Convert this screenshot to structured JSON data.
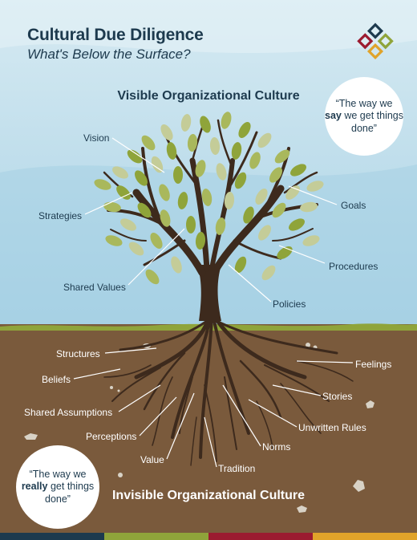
{
  "header": {
    "title": "Cultural Due Diligence",
    "subtitle": "What's Below the Surface?"
  },
  "sections": {
    "visible": "Visible Organizational Culture",
    "invisible": "Invisible Organizational Culture"
  },
  "quotes": {
    "top": {
      "pre": "“The way we",
      "emph": "say",
      "post": "we get things done”"
    },
    "bottom": {
      "pre": "“The way we",
      "emph": "really",
      "post": "get things done”"
    }
  },
  "visible_labels": {
    "vision": "Vision",
    "strategies": "Strategies",
    "shared_values": "Shared Values",
    "goals": "Goals",
    "procedures": "Procedures",
    "policies": "Policies"
  },
  "invisible_labels": {
    "structures": "Structures",
    "beliefs": "Beliefs",
    "shared_assumptions": "Shared Assumptions",
    "perceptions": "Perceptions",
    "value": "Value",
    "tradition": "Tradition",
    "norms": "Norms",
    "unwritten_rules": "Unwritten Rules",
    "stories": "Stories",
    "feelings": "Feelings"
  },
  "colors": {
    "sky_top": "#cfe6f0",
    "sky_bottom": "#b4d8e8",
    "soil": "#7a5a3c",
    "trunk": "#3d2a1d",
    "leaf_olive": "#8fa43a",
    "leaf_light": "#b8c48a",
    "grass": "#8fa43a",
    "text_dark": "#1d3a4e",
    "bar": [
      "#1d3a4e",
      "#8fa43a",
      "#9b1b30",
      "#e0a32a"
    ]
  },
  "icons": [
    "logo-knot-icon"
  ]
}
